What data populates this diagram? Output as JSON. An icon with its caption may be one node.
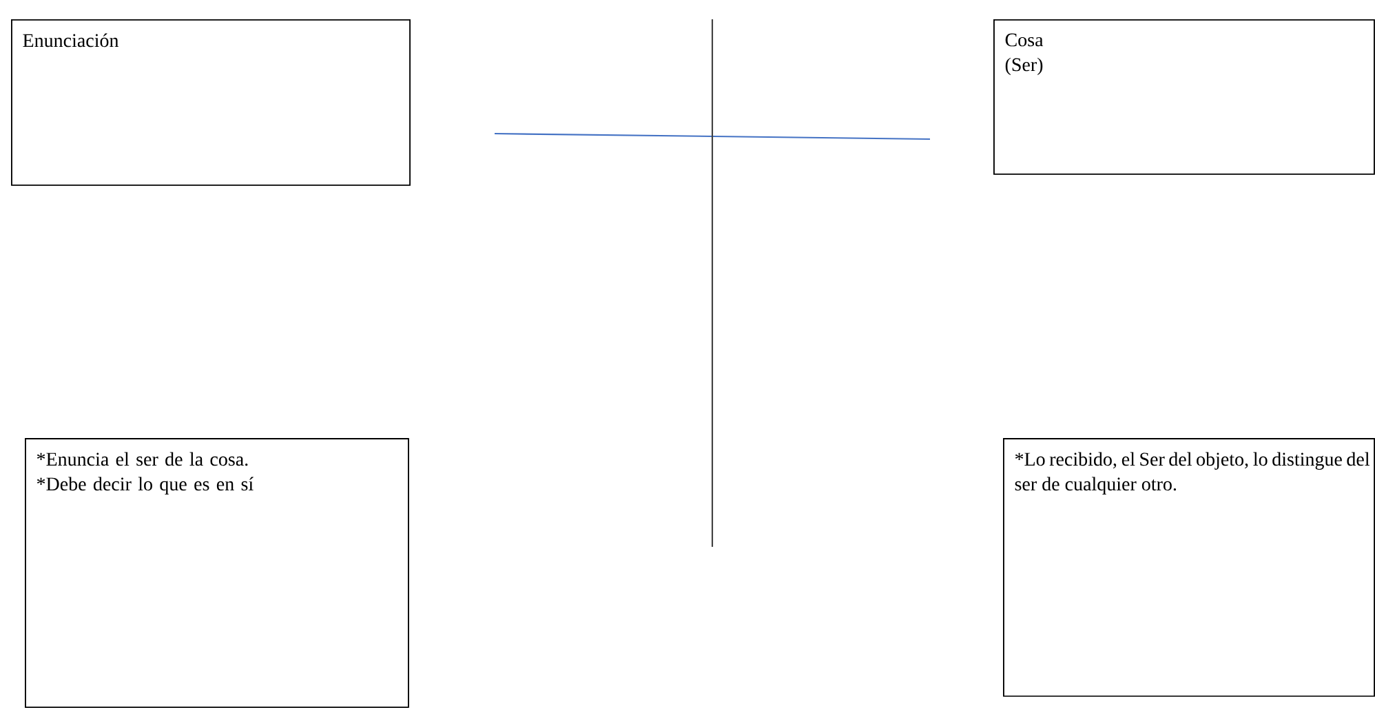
{
  "diagram": {
    "nodes": [
      {
        "text": [
          "Enunciación"
        ]
      },
      {
        "text": [
          "Cosa (Ser)"
        ]
      },
      {
        "text": [
          "*Enuncia el ser de la cosa.",
          "*Debe decir lo que es en sí"
        ]
      },
      {
        "text": [
          "*Lo recibido, el Ser del objeto, lo distingue del ser de cualquier otro."
        ]
      }
    ]
  }
}
